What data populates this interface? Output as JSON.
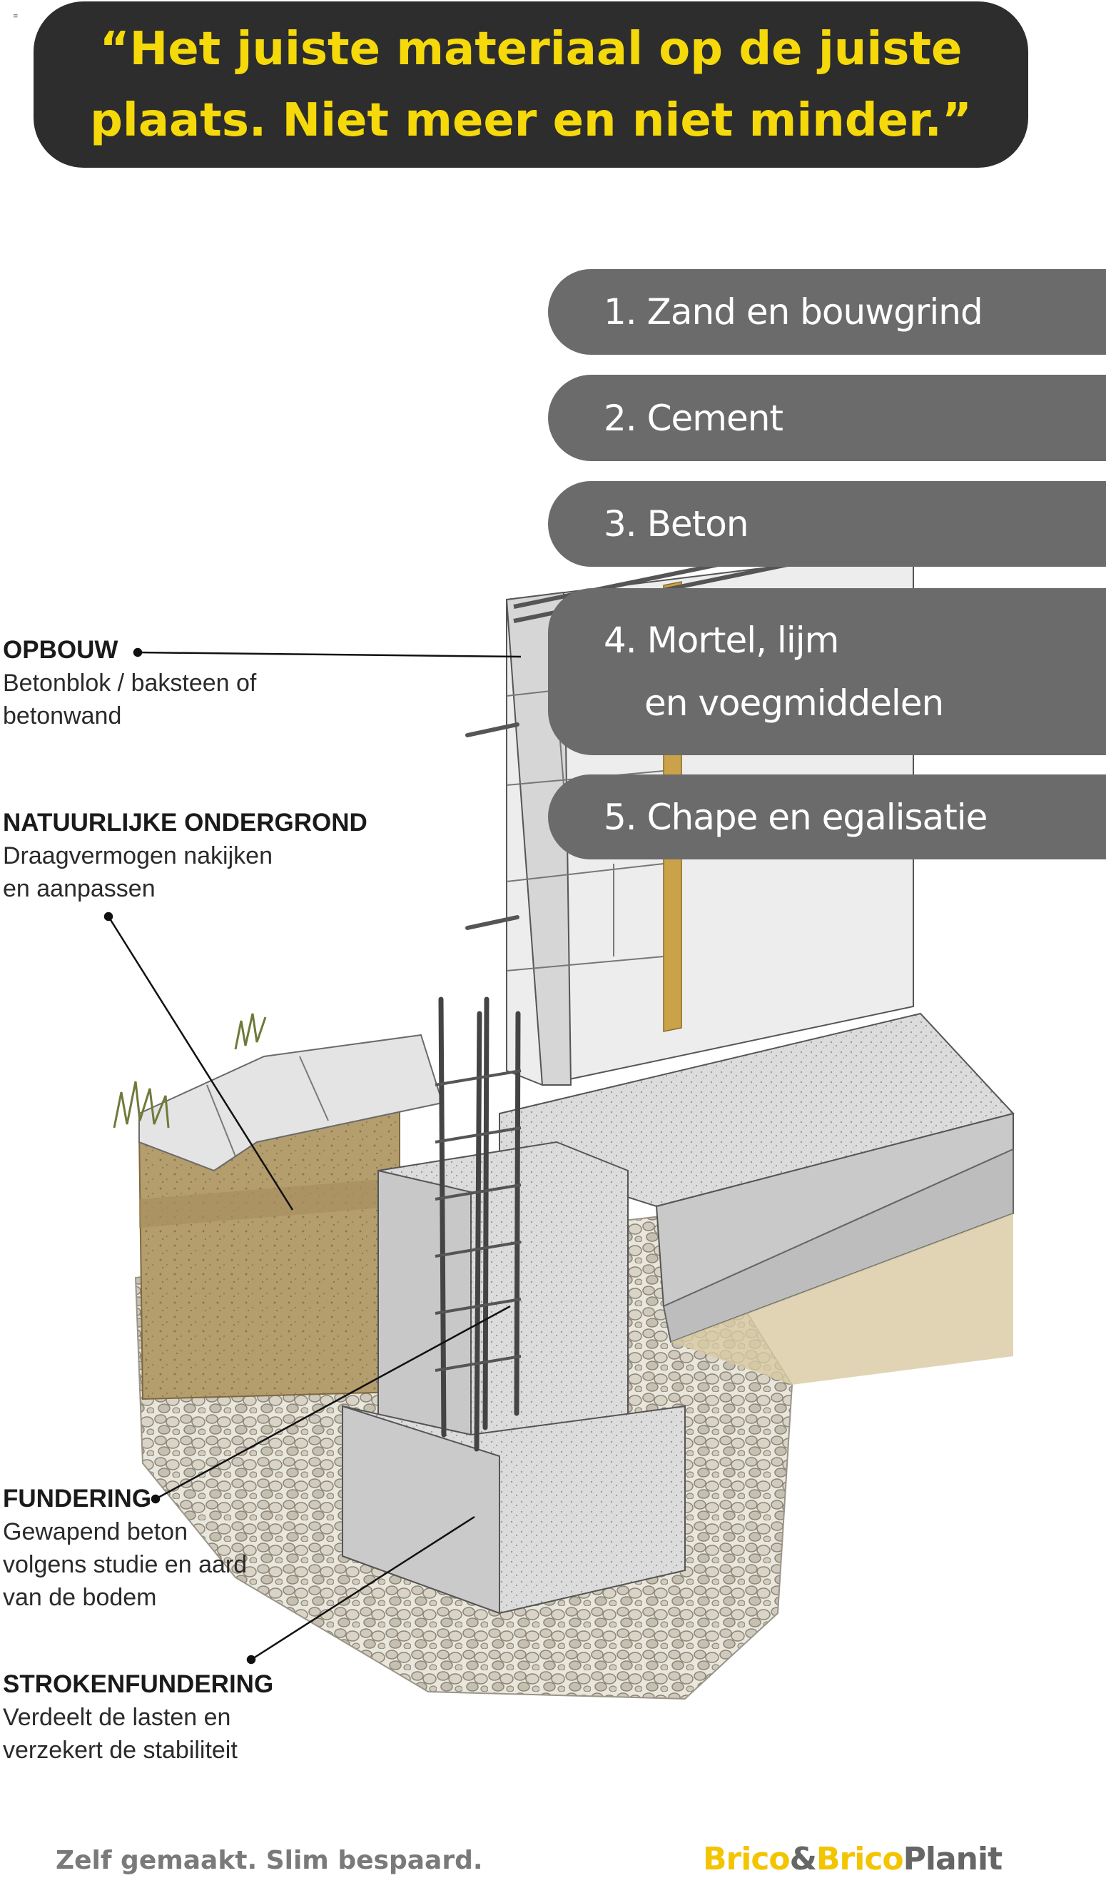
{
  "headline": {
    "line1": "“Het juiste materiaal op de juiste",
    "line2": "plaats. Niet meer en niet minder.”"
  },
  "tabs": [
    {
      "line1": "1. Zand en bouwgrind",
      "line2": ""
    },
    {
      "line1": "2. Cement",
      "line2": ""
    },
    {
      "line1": "3. Beton",
      "line2": ""
    },
    {
      "line1": "4. Mortel, lijm",
      "line2": "en voegmiddelen"
    },
    {
      "line1": "5. Chape en egalisatie",
      "line2": ""
    }
  ],
  "callouts": [
    {
      "title": "OPBOUW",
      "lines": [
        "Betonblok / baksteen of",
        "betonwand"
      ]
    },
    {
      "title": "NATUURLIJKE ONDERGROND",
      "lines": [
        "Draagvermogen nakijken",
        "en aanpassen"
      ]
    },
    {
      "title": "FUNDERING",
      "lines": [
        "Gewapend beton",
        "volgens studie en aard",
        "van de bodem"
      ]
    },
    {
      "title": "STROKENFUNDERING",
      "lines": [
        "Verdeelt de lasten en",
        "verzekert de stabiliteit"
      ]
    }
  ],
  "footer": {
    "slogan": "Zelf gemaakt. Slim bespaard.",
    "logo_part1": "Brico",
    "logo_amp": "&",
    "logo_part2": "Brico",
    "logo_part3": "Planit"
  },
  "colors": {
    "headline_bg": "#2d2d2d",
    "headline_text": "#f5d90a",
    "tab_bg": "#6b6b6b",
    "brand_yellow": "#f3c400",
    "brand_gray": "#666666"
  }
}
